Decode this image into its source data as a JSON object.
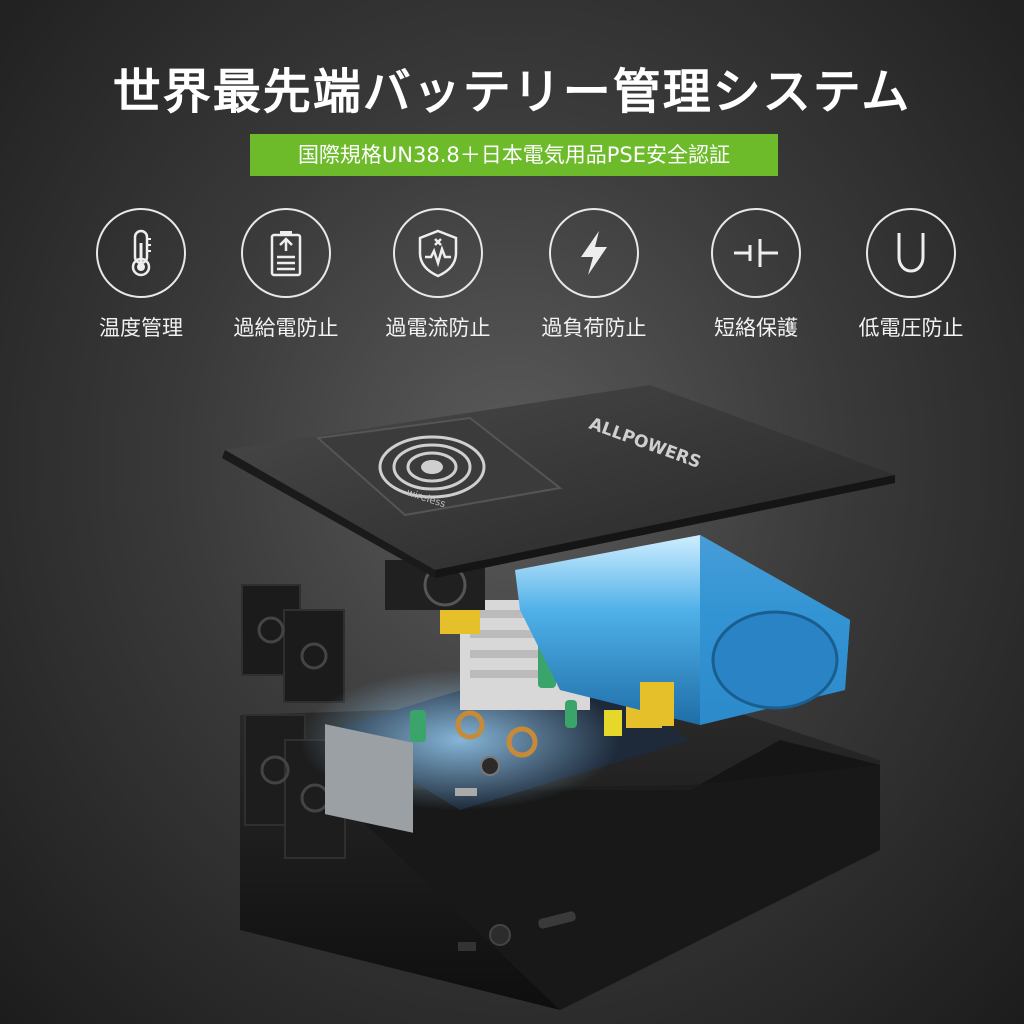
{
  "headline": "世界最先端バッテリー管理システム",
  "certification": "国際規格UN38.8＋日本電気用品PSE安全認証",
  "features": [
    {
      "icon": "thermometer-icon",
      "label": "温度管理"
    },
    {
      "icon": "battery-charge-icon",
      "label": "過給電防止"
    },
    {
      "icon": "shield-current-icon",
      "label": "過電流防止"
    },
    {
      "icon": "lightning-icon",
      "label": "過負荷防止"
    },
    {
      "icon": "short-circuit-icon",
      "label": "短絡保護"
    },
    {
      "icon": "magnet-icon",
      "label": "低電圧防止"
    }
  ],
  "product": {
    "brand": "ALLPOWERS",
    "wireless_label": "wireless",
    "colors": {
      "badge": "#6dbb2a",
      "battery": "#2f8fd0",
      "board": "#1e2a3a"
    }
  }
}
